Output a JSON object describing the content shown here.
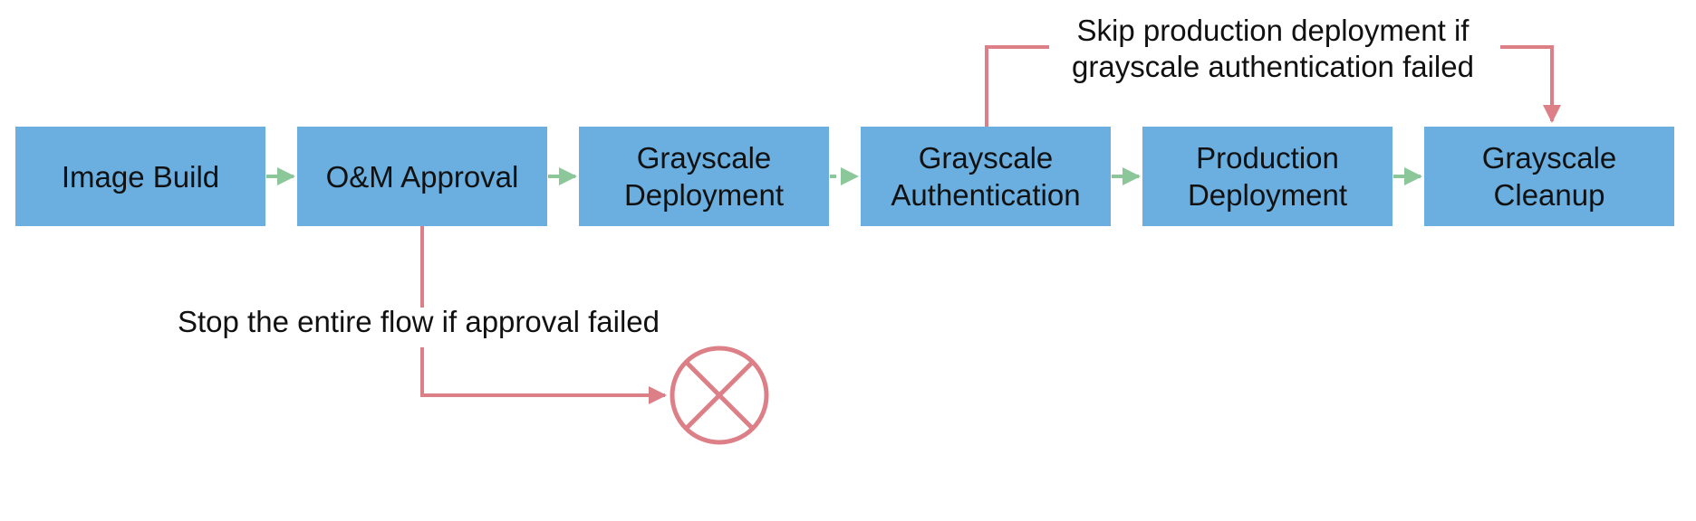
{
  "stages": [
    {
      "label": "Image Build"
    },
    {
      "label": "O&M Approval"
    },
    {
      "label": "Grayscale\nDeployment"
    },
    {
      "label": "Grayscale\nAuthentication"
    },
    {
      "label": "Production\nDeployment"
    },
    {
      "label": "Grayscale\nCleanup"
    }
  ],
  "annotations": {
    "skip_note": "Skip production deployment if\ngrayscale authentication failed",
    "stop_note": "Stop the entire flow if approval failed"
  },
  "colors": {
    "box_fill": "#6aafe0",
    "flow_arrow": "#8cc79a",
    "failure_path": "#dd7f87",
    "text": "#111111"
  },
  "icons": {
    "terminate": "circle-x-icon"
  }
}
